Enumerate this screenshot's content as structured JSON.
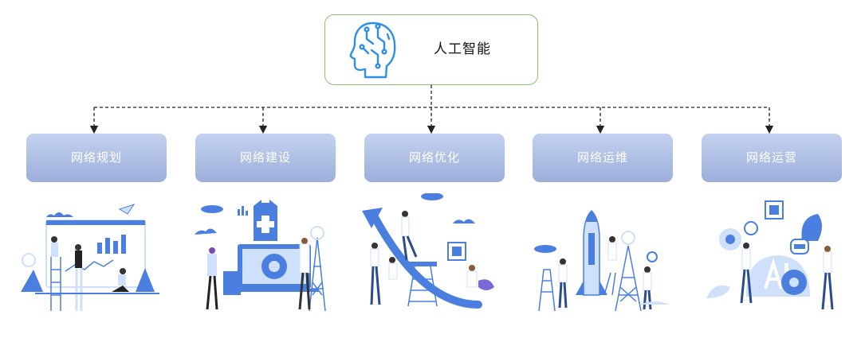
{
  "root": {
    "label": "人工智能",
    "icon": "ai-head-circuit-icon"
  },
  "children": [
    {
      "label": "网络规划",
      "illustration": "planning-dashboard-illustration"
    },
    {
      "label": "网络建设",
      "illustration": "construction-tower-illustration"
    },
    {
      "label": "网络优化",
      "illustration": "optimization-growth-arrow-illustration"
    },
    {
      "label": "网络运维",
      "illustration": "operations-rocket-illustration"
    },
    {
      "label": "网络运营",
      "illustration": "operations-ai-robot-illustration"
    }
  ],
  "colors": {
    "root_border": "#8cc06f",
    "child_fill_top": "#c4d2ef",
    "child_fill_bottom": "#9caedb",
    "icon_blue": "#2f8fe8",
    "illustration_blue": "#4a7fe0",
    "illustration_light": "#cfe0fa",
    "connector": "#222222"
  }
}
